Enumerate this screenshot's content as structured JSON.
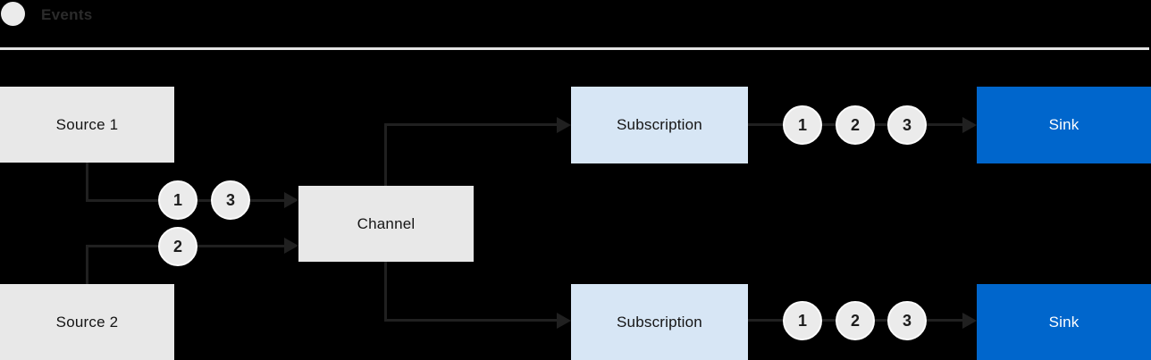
{
  "legend": {
    "label": "Events"
  },
  "nodes": {
    "source1": "Source 1",
    "source2": "Source 2",
    "channel": "Channel",
    "subscriptionTop": "Subscription",
    "subscriptionBottom": "Subscription",
    "sinkTop": "Sink",
    "sinkBottom": "Sink"
  },
  "eventBadges": {
    "source1ToChannel": [
      "1",
      "3"
    ],
    "source2ToChannel": [
      "2"
    ],
    "subscriptionTopToSink": [
      "1",
      "2",
      "3"
    ],
    "subscriptionBottomToSink": [
      "1",
      "2",
      "3"
    ]
  },
  "colors": {
    "background": "#000000",
    "nodeGray": "#e8e8e8",
    "nodeBlueLight": "#d7e6f5",
    "nodeBlue": "#0066cc",
    "connectorLine": "#202020",
    "divider": "#e3e3e3",
    "eventCircleFill": "#ebebeb",
    "eventCircleRing": "#fbfbfb",
    "textDark": "#151515",
    "textLight": "#ffffff"
  }
}
